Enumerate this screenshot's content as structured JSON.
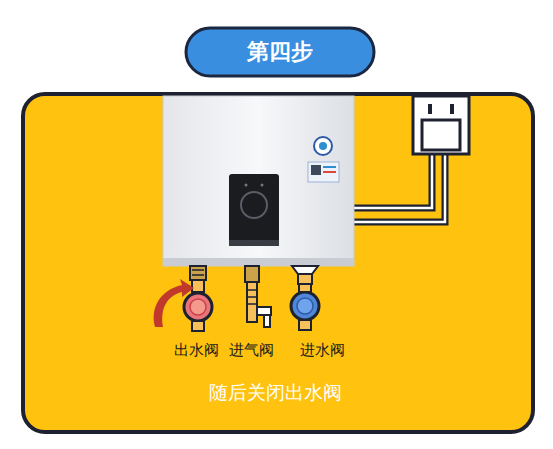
{
  "diagram": {
    "title": "第四步",
    "caption": "随后关闭出水阀",
    "labels": [
      "出水阀",
      "进气阀",
      "进水阀"
    ]
  }
}
